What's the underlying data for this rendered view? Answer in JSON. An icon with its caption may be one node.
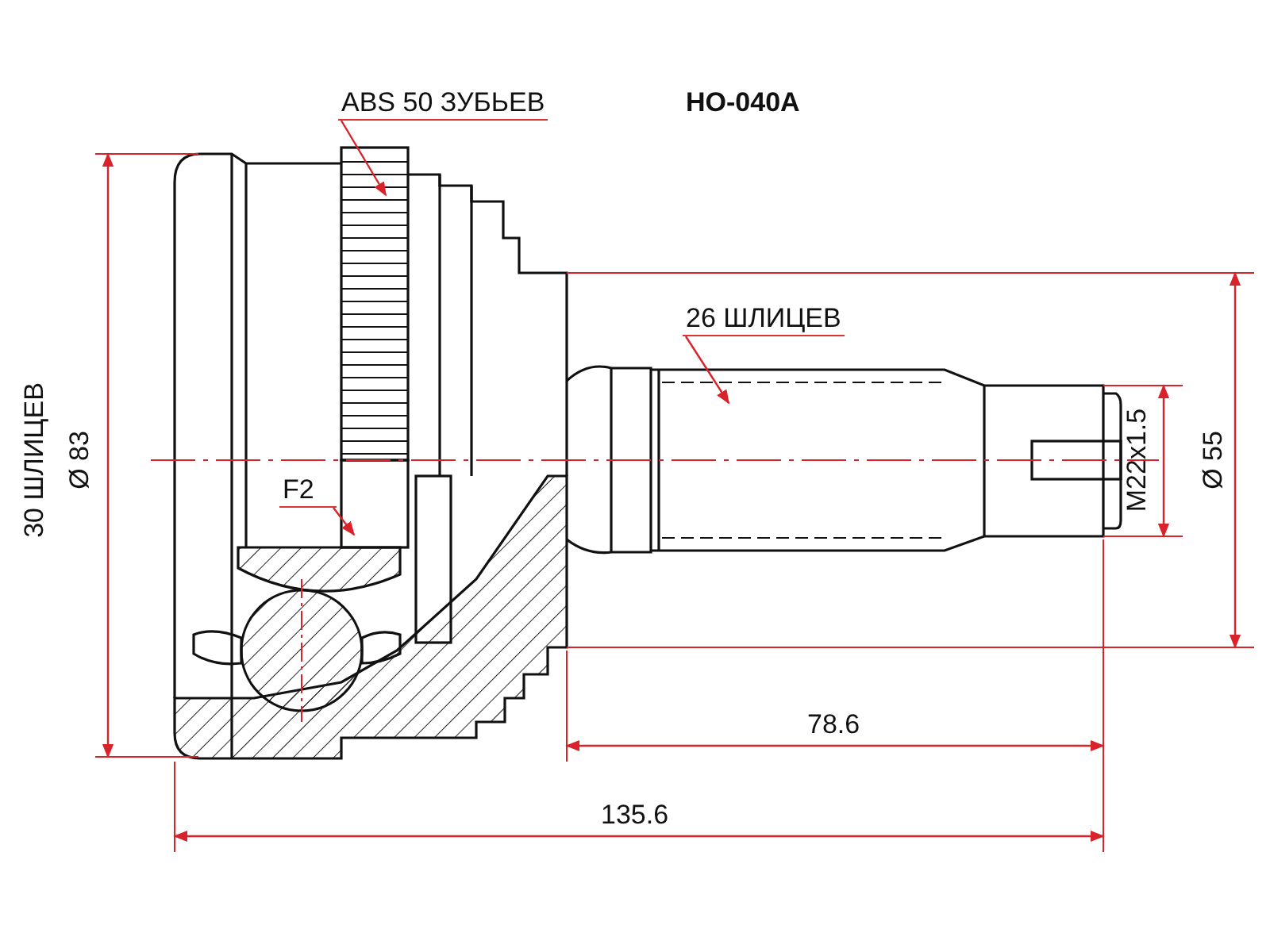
{
  "diagram": {
    "nodes": [
      {
        "text": [
          "ABS 50 ЗУБЬЕВ"
        ]
      },
      {
        "text": [
          "26 ШЛИЦЕВ"
        ]
      },
      {
        "text": [
          "F2"
        ]
      }
    ],
    "edges": [
      {
        "from": 0,
        "to": null,
        "arrow": "to"
      },
      {
        "from": 1,
        "to": null,
        "arrow": "to"
      },
      {
        "from": 2,
        "to": null,
        "arrow": "to"
      }
    ],
    "labels": [
      "HO-040A",
      "30 ШЛИЦЕВ",
      "Ø 83",
      "M22x1.5",
      "Ø 55",
      "78.6",
      "135.6"
    ]
  }
}
